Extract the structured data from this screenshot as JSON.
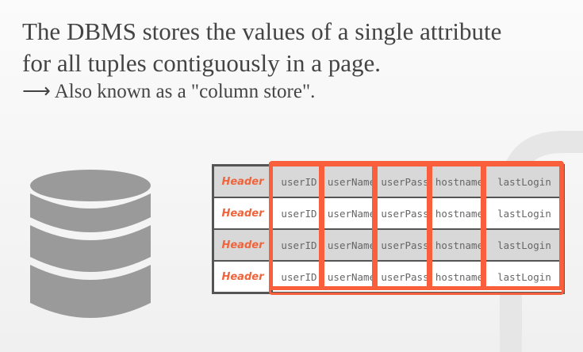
{
  "slide": {
    "title_line1": "The DBMS stores the values of a single attribute",
    "title_line2": "for all tuples contiguously in a page.",
    "bullet_arrow": "⟶",
    "bullet_text": "Also known as a \"column store\"."
  },
  "table": {
    "header_label": "Header",
    "columns": [
      "userID",
      "userName",
      "userPass",
      "hostname",
      "lastLogin"
    ]
  },
  "colors": {
    "accent": "#fa5f3c",
    "text": "#444444",
    "disk": "#9a9a9a"
  }
}
